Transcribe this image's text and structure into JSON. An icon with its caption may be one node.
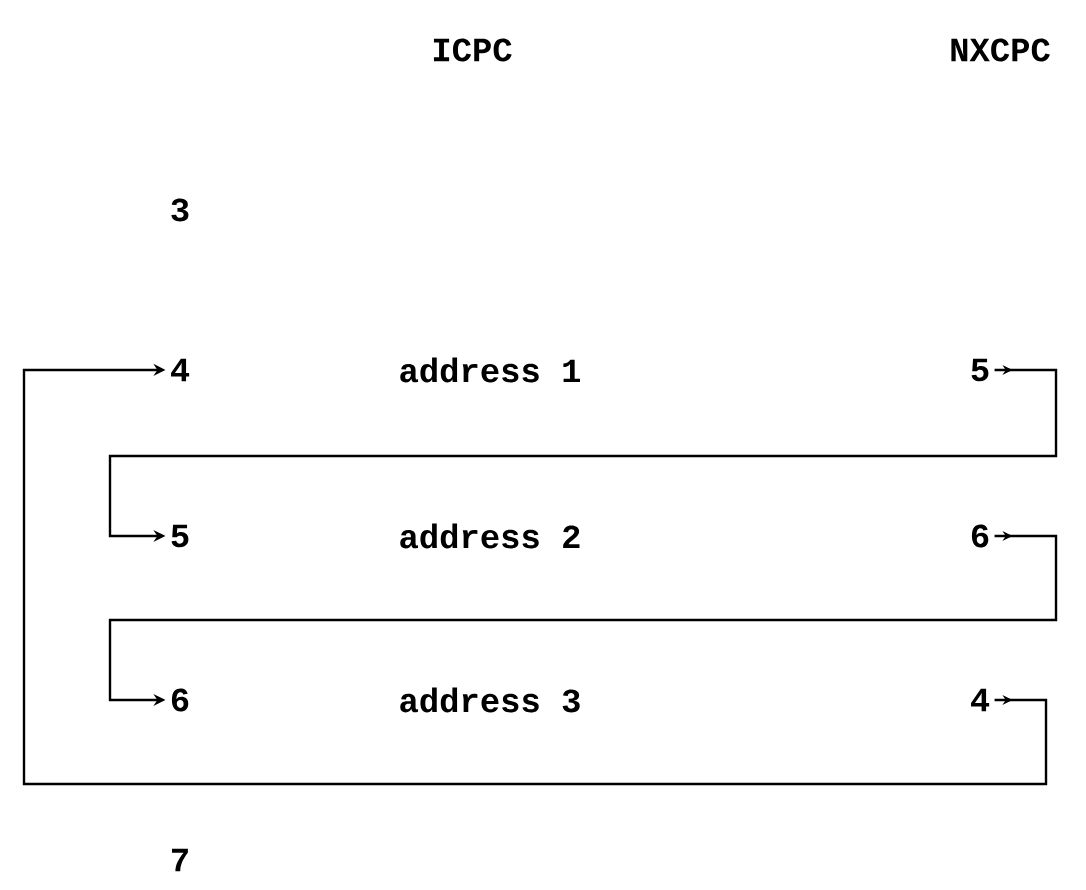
{
  "diagram": {
    "nodes": [
      {
        "text": [
          "4"
        ]
      },
      {
        "text": [
          "5"
        ]
      },
      {
        "text": [
          "5"
        ]
      },
      {
        "text": [
          "6"
        ]
      },
      {
        "text": [
          "6"
        ]
      },
      {
        "text": [
          "4"
        ]
      }
    ],
    "edges": [
      {
        "from": 1,
        "to": 2,
        "arrow": "to"
      },
      {
        "from": 3,
        "to": 4,
        "arrow": "to"
      },
      {
        "from": 5,
        "to": 0,
        "arrow": "to"
      }
    ],
    "labels": [
      "ICPC",
      "NXCPC",
      "3",
      "address 1",
      "address 2",
      "address 3",
      "7"
    ]
  }
}
